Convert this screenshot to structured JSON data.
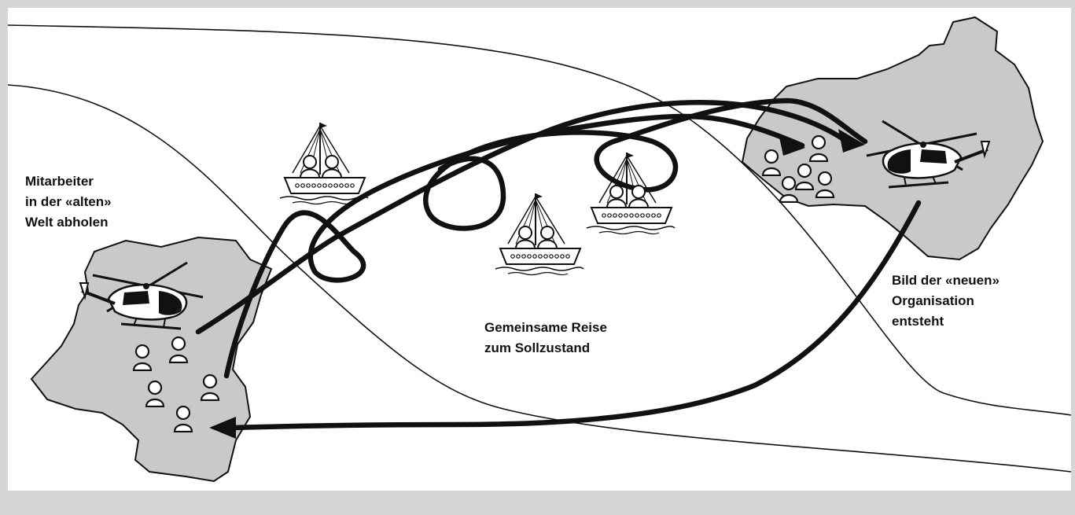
{
  "labels": {
    "old_world": [
      "Mitarbeiter",
      "in der «alten»",
      "Welt abholen"
    ],
    "journey": [
      "Gemeinsame Reise",
      "zum Sollzustand"
    ],
    "new_org": [
      "Bild der «neuen»",
      "Organisation",
      "entsteht"
    ]
  },
  "colors": {
    "background": "#d6d6d6",
    "canvas": "#ffffff",
    "land": "#c8c8c8",
    "stroke": "#111111"
  },
  "icons": [
    "helicopter-icon",
    "sailboat-icon",
    "person-icon",
    "arrow-head-icon"
  ]
}
